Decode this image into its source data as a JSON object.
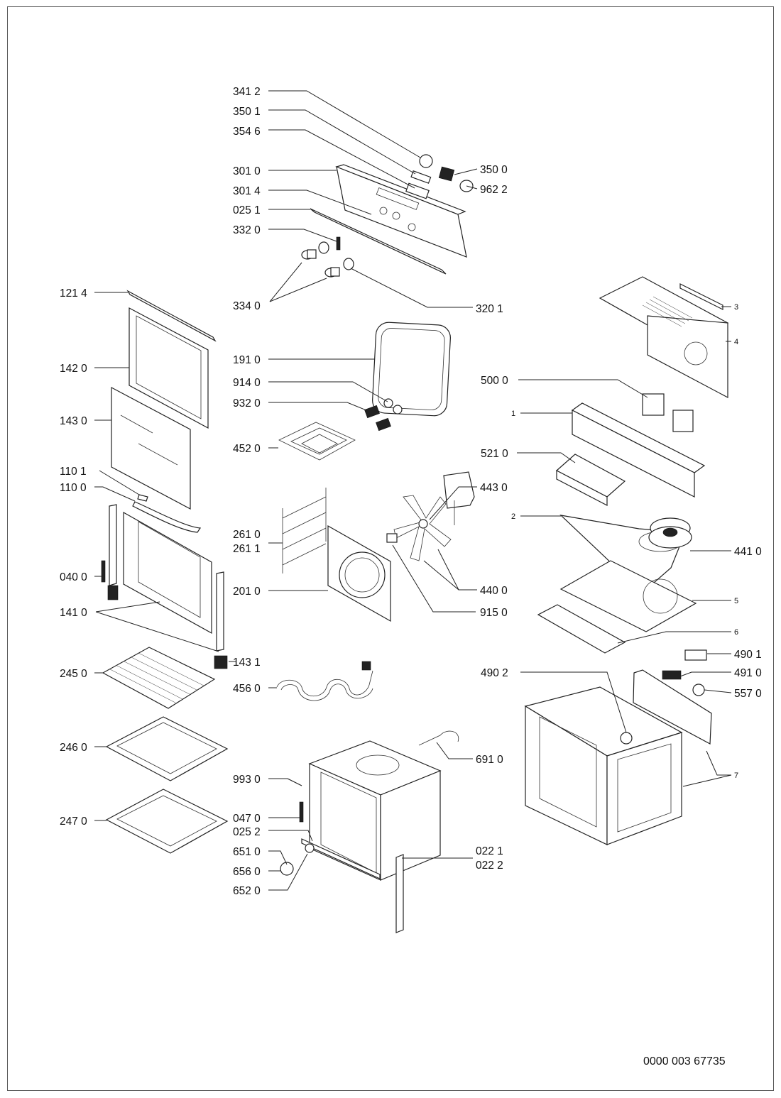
{
  "document_number": "0000 003 67735",
  "part_labels": [
    "341 2",
    "350 1",
    "354 6",
    "301 0",
    "301 4",
    "025 1",
    "332 0",
    "334 0",
    "350 0",
    "962 2",
    "320 1",
    "121 4",
    "142 0",
    "143 0",
    "110 1",
    "110 0",
    "040 0",
    "141 0",
    "143 1",
    "245 0",
    "246 0",
    "247 0",
    "191 0",
    "914 0",
    "932 0",
    "452 0",
    "261 0",
    "261 1",
    "201 0",
    "456 0",
    "993 0",
    "047 0",
    "025 2",
    "651 0",
    "656 0",
    "652 0",
    "443 0",
    "440 0",
    "915 0",
    "691 0",
    "022 1",
    "022 2",
    "500 0",
    "521 0",
    "441 0",
    "490 1",
    "490 2",
    "491 0",
    "557 0",
    "3",
    "4",
    "1",
    "2",
    "5",
    "6",
    "7"
  ]
}
